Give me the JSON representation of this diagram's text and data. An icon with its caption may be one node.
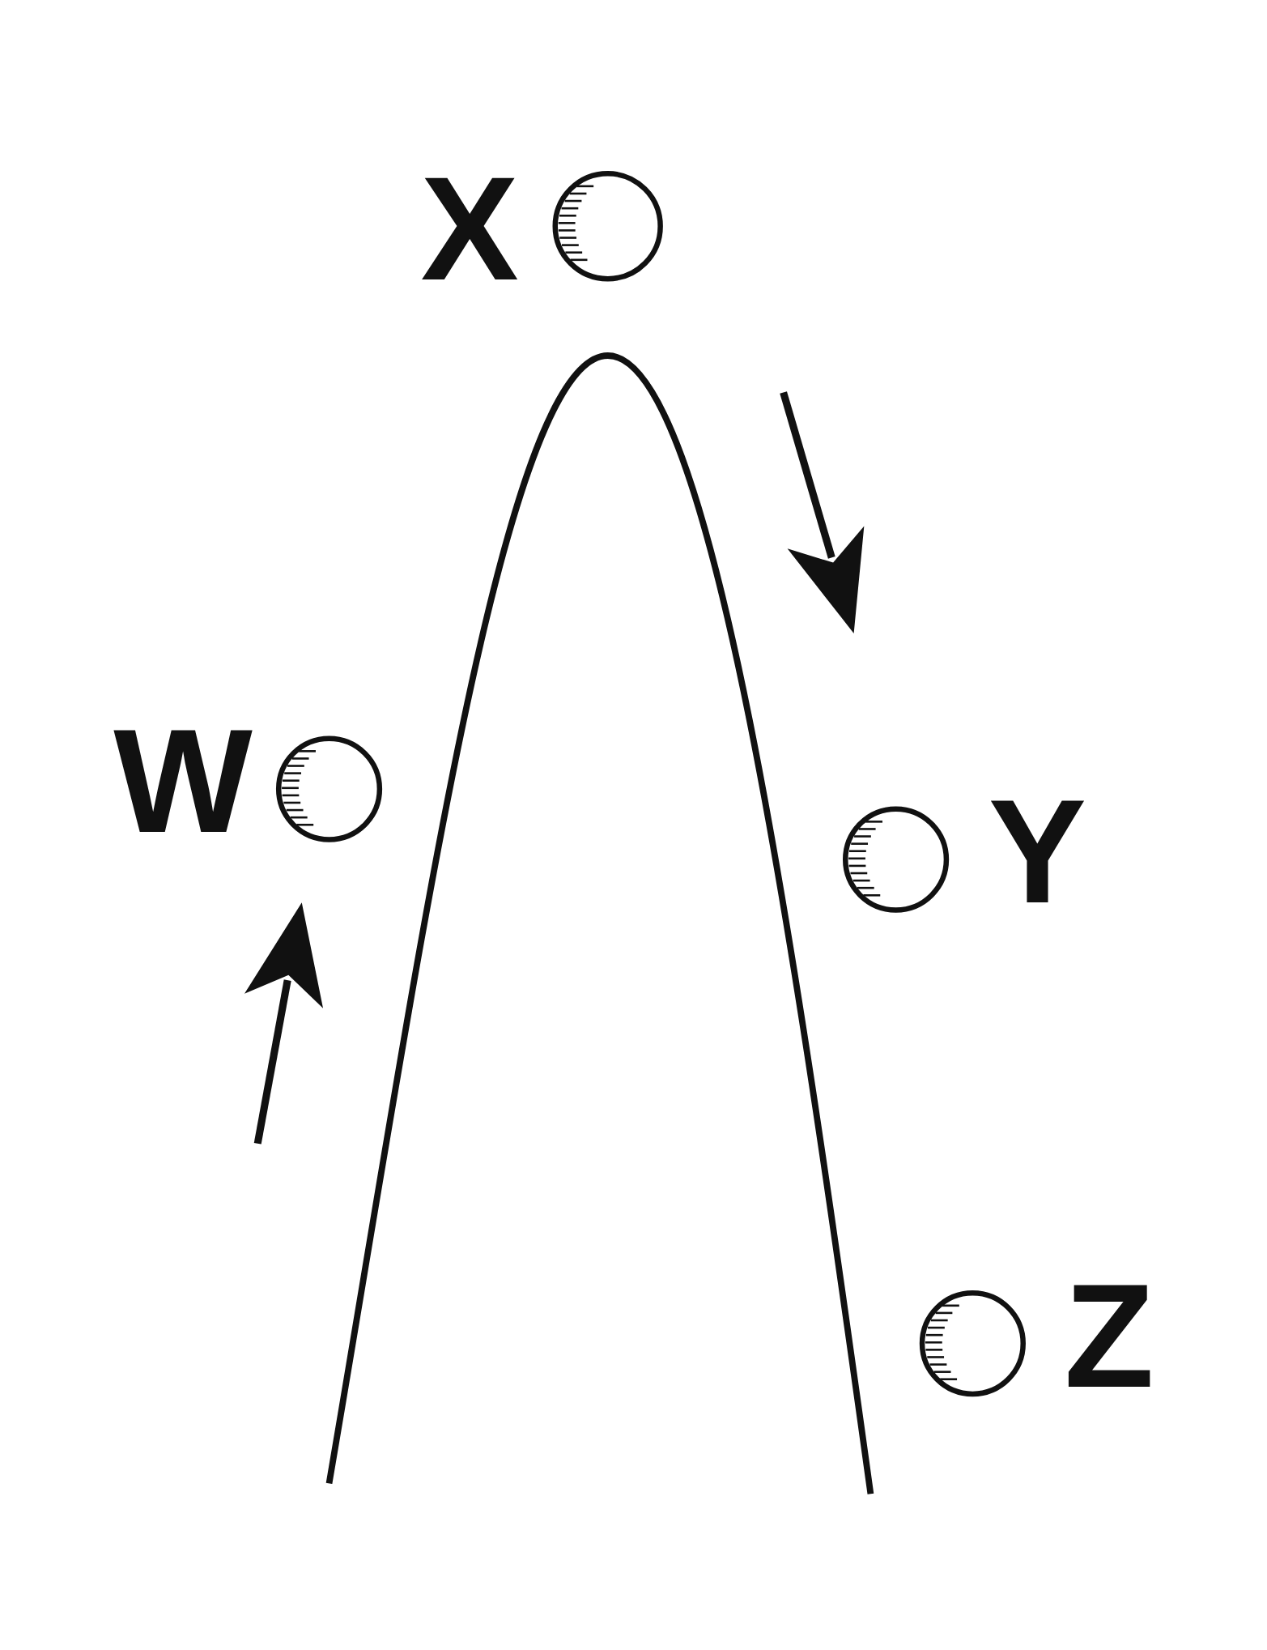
{
  "diagram": {
    "labels": [
      "X",
      "W",
      "Y",
      "Z"
    ]
  }
}
